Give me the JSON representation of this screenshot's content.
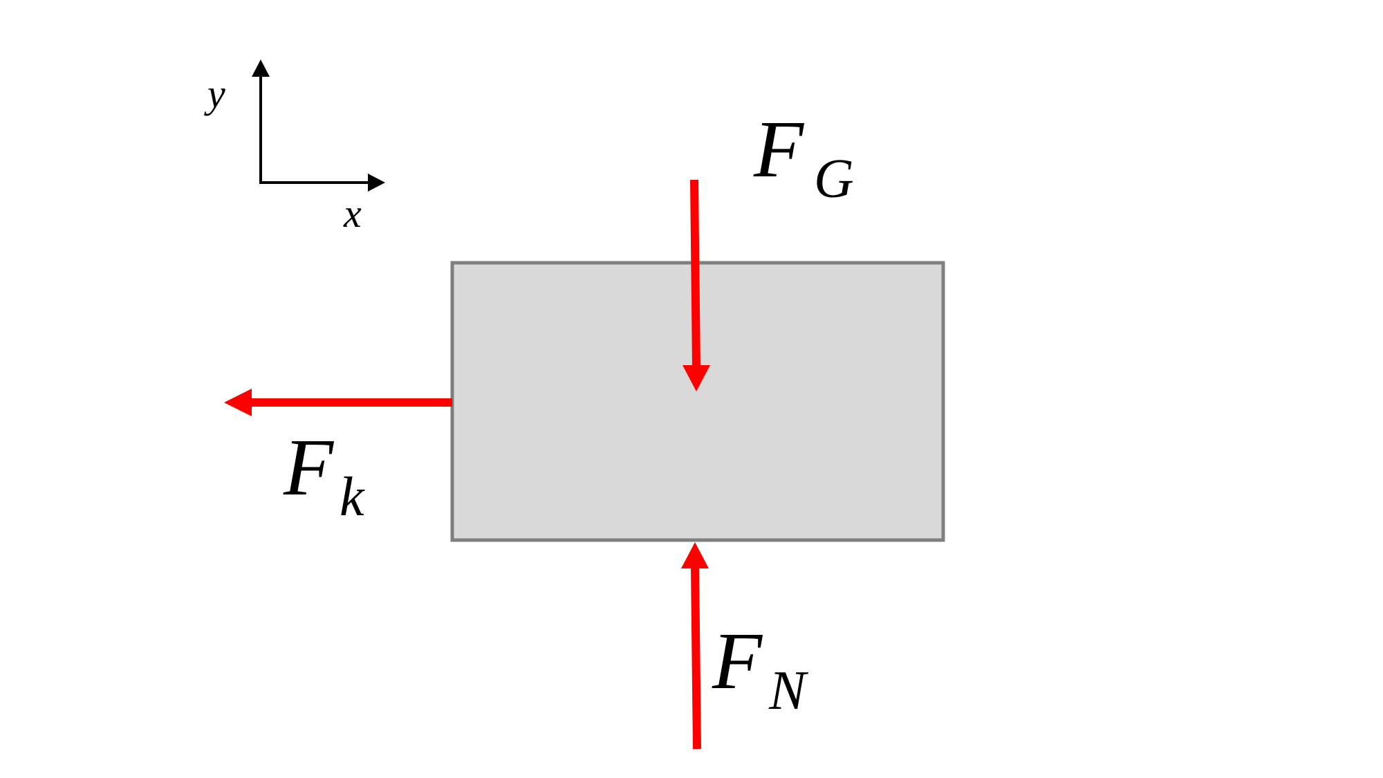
{
  "axes": {
    "x_label": "x",
    "y_label": "y",
    "color": "#000000"
  },
  "block": {
    "fill": "#d9d9d9",
    "stroke": "#7f7f7f"
  },
  "forces": {
    "color": "#ff0000",
    "gravity": {
      "main": "F",
      "sub": "G"
    },
    "friction": {
      "main": "F",
      "sub": "k"
    },
    "normal": {
      "main": "F",
      "sub": "N"
    }
  }
}
